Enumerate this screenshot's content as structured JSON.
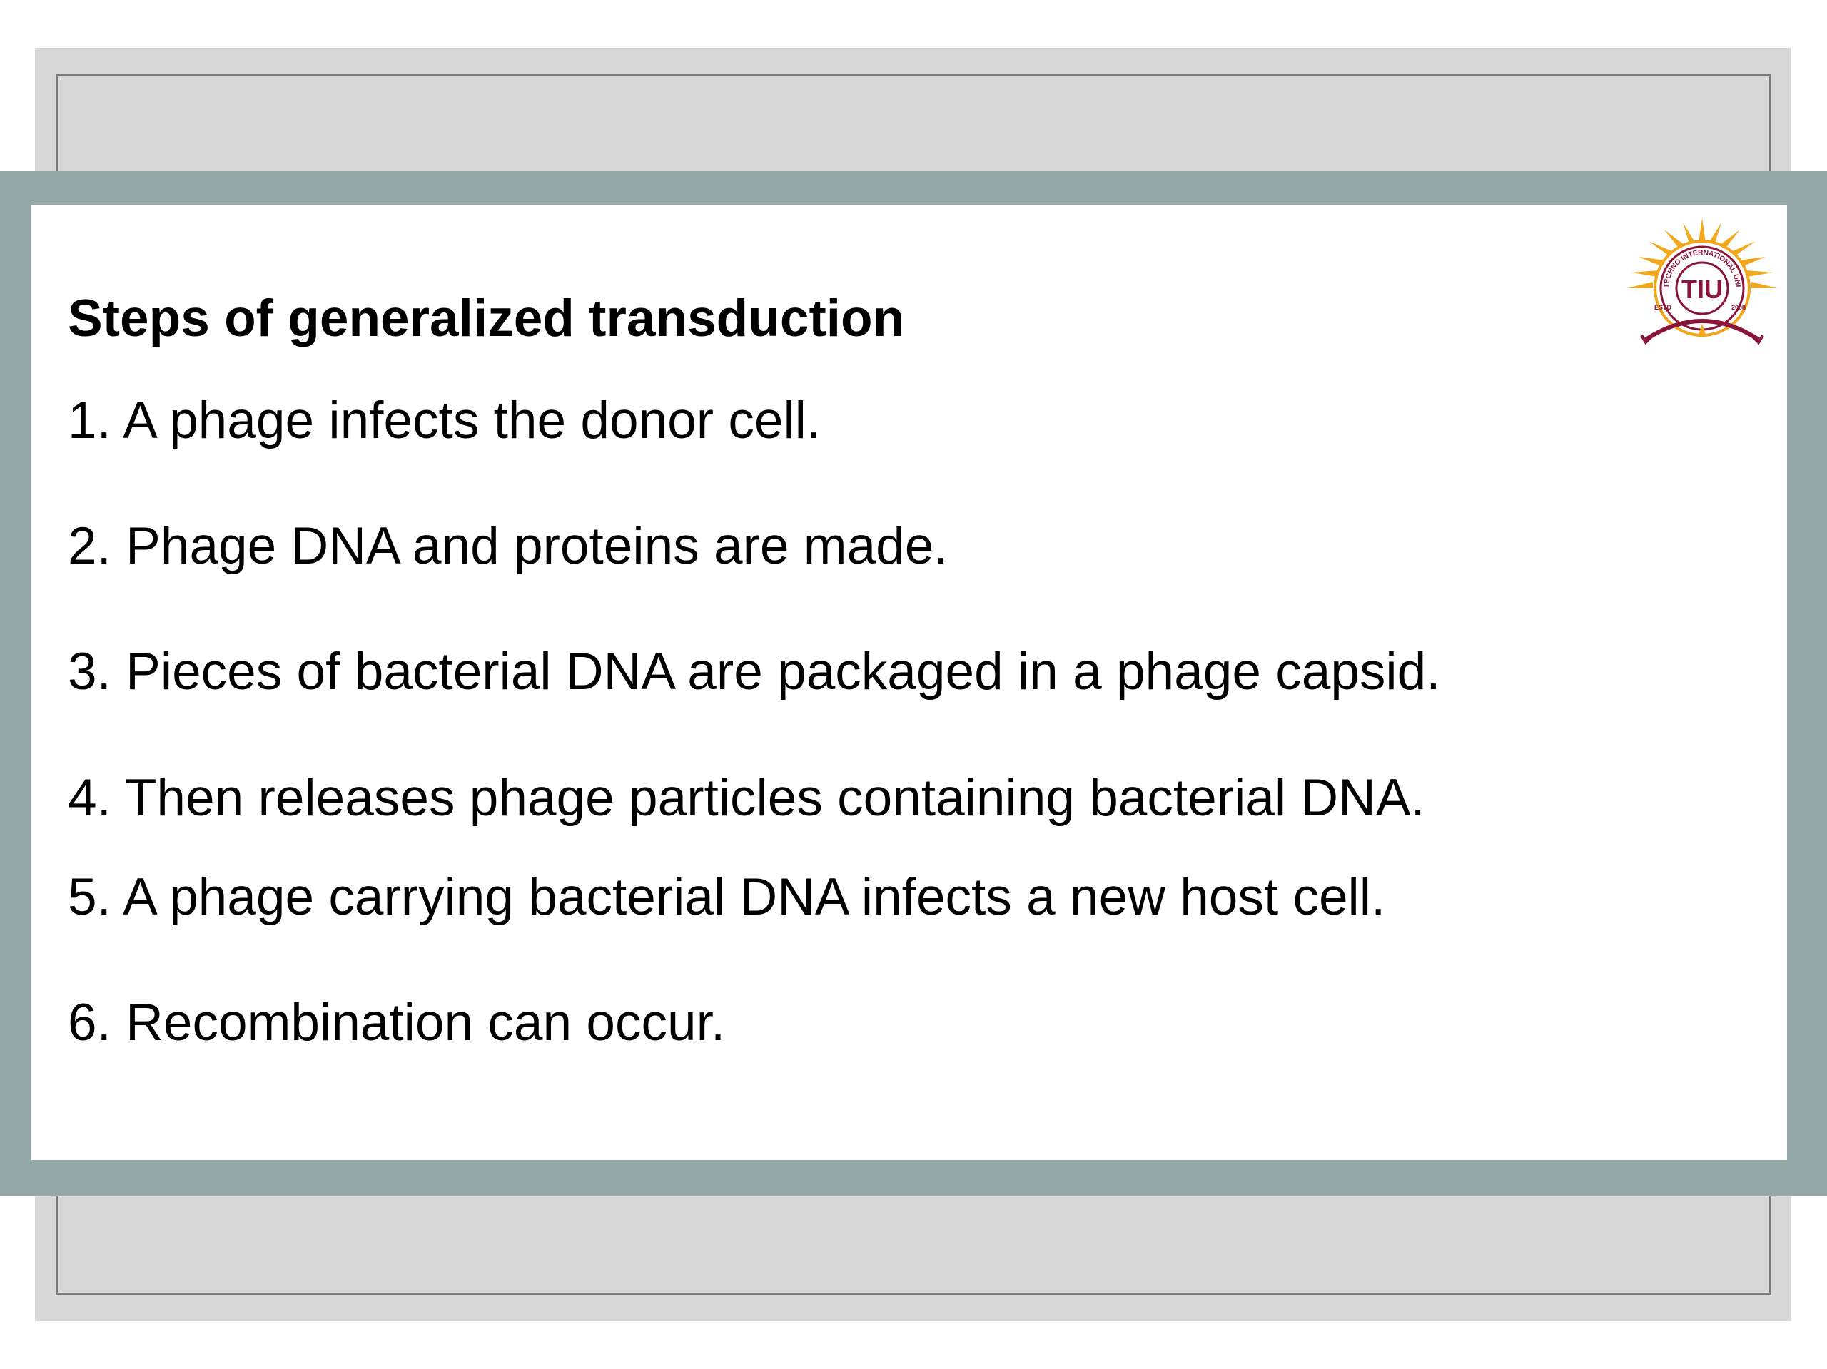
{
  "slide": {
    "title": "Steps of generalized transduction",
    "steps": [
      "1. A phage infects the donor cell.",
      "2. Phage DNA and proteins are made.",
      "3. Pieces of bacterial DNA are packaged in a phage capsid.",
      "4. Then releases phage particles containing bacterial DNA.",
      "5. A phage carrying bacterial DNA infects a new host cell.",
      "6. Recombination can occur."
    ]
  },
  "logo": {
    "initials": "TIU",
    "ring_text": "TECHNO INTERNATIONAL UNIVERSITY",
    "left_text": "ESTD",
    "year": "2008",
    "icon": "university-seal-icon"
  },
  "colors": {
    "band": "#93a8a7",
    "frame": "#d8d8d8",
    "logo_maroon": "#8a1538",
    "logo_gold": "#f2a81d"
  }
}
